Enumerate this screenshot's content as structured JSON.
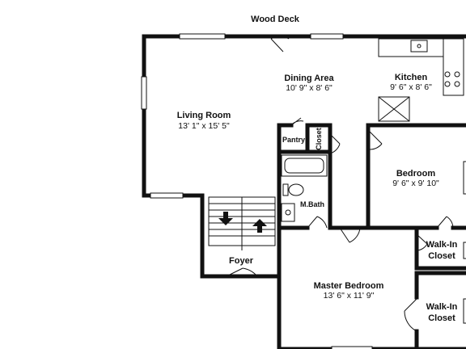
{
  "labels": {
    "wood_deck": "Wood Deck",
    "dining_area": "Dining Area",
    "dining_dims": "10' 9\" x 8' 6\"",
    "kitchen": "Kitchen",
    "kitchen_dims": "9' 6\" x 8' 6\"",
    "living_room": "Living Room",
    "living_dims": "13' 1\" x 15' 5\"",
    "pantry": "Pantry",
    "closet": "Closet",
    "bedroom": "Bedroom",
    "bedroom_dims": "9' 6\" x 9' 10\"",
    "m_bath": "M.Bath",
    "walk_in_closet_1_line1": "Walk-In",
    "walk_in_closet_1_line2": "Closet",
    "foyer": "Foyer",
    "master_bedroom": "Master Bedroom",
    "master_dims": "13' 6\" x 11' 9\"",
    "walk_in_closet_2_line1": "Walk-In",
    "walk_in_closet_2_line2": "Closet"
  }
}
